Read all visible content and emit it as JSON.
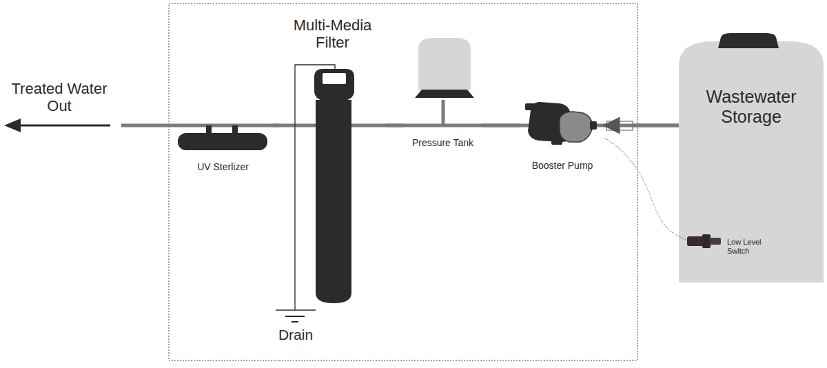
{
  "diagram": {
    "nodes": [
      {
        "text": [
          "Wastewater Storage"
        ]
      },
      {
        "text": [
          "Low Level Switch"
        ],
        "in": 0
      },
      {
        "text": [
          "Booster Pump"
        ]
      },
      {
        "text": [
          "Pressure Tank"
        ]
      },
      {
        "text": [
          "Multi-Media Filter"
        ]
      },
      {
        "text": [
          "UV Sterlizer"
        ]
      }
    ],
    "edges": [
      {
        "from": 0,
        "to": 2,
        "arrow": "to"
      },
      {
        "from": 2,
        "to": 3,
        "arrow": "none"
      },
      {
        "from": 3,
        "to": 4,
        "arrow": "none"
      },
      {
        "from": 4,
        "to": 5,
        "arrow": "none"
      },
      {
        "from": 1,
        "to": 2,
        "arrow": "none"
      }
    ],
    "labels": [
      "Treated Water Out",
      "Drain"
    ]
  }
}
